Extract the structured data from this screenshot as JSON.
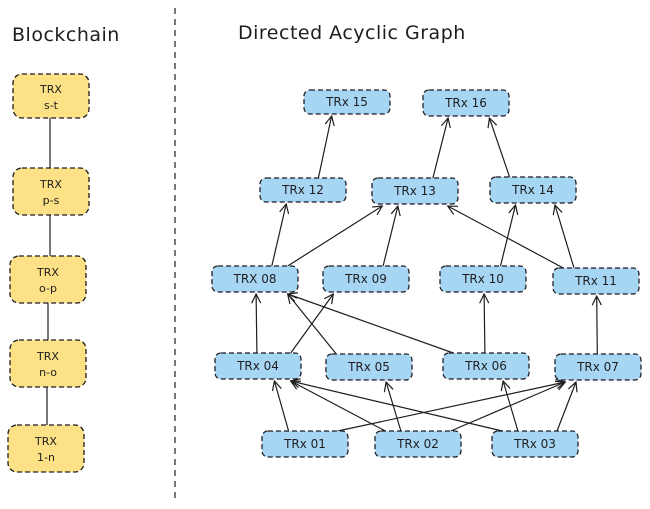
{
  "titles": {
    "blockchain": "Blockchain",
    "dag": "Directed Acyclic Graph"
  },
  "colors": {
    "chain_fill": "#fce187",
    "dag_fill": "#a7d6f5",
    "stroke": "#1e1e1e"
  },
  "blockchain": [
    {
      "line1": "TRX",
      "line2": "s-t"
    },
    {
      "line1": "TRX",
      "line2": "p-s"
    },
    {
      "line1": "TRX",
      "line2": "o-p"
    },
    {
      "line1": "TRX",
      "line2": "n-o"
    },
    {
      "line1": "TRX",
      "line2": "1-n"
    }
  ],
  "dag": {
    "nodes": {
      "n15": "TRx 15",
      "n16": "TRx 16",
      "n12": "TRx 12",
      "n13": "TRx 13",
      "n14": "TRx 14",
      "n08": "TRX 08",
      "n09": "TRx 09",
      "n10": "TRx 10",
      "n11": "TRx 11",
      "n04": "TRx 04",
      "n05": "TRx 05",
      "n06": "TRx 06",
      "n07": "TRx 07",
      "n01": "TRx 01",
      "n02": "TRx 02",
      "n03": "TRx 03"
    },
    "edges": [
      [
        "n01",
        "n04"
      ],
      [
        "n01",
        "n07"
      ],
      [
        "n02",
        "n04"
      ],
      [
        "n02",
        "n05"
      ],
      [
        "n02",
        "n07"
      ],
      [
        "n03",
        "n04"
      ],
      [
        "n03",
        "n06"
      ],
      [
        "n03",
        "n07"
      ],
      [
        "n04",
        "n08"
      ],
      [
        "n04",
        "n09"
      ],
      [
        "n05",
        "n08"
      ],
      [
        "n06",
        "n08"
      ],
      [
        "n06",
        "n10"
      ],
      [
        "n07",
        "n11"
      ],
      [
        "n08",
        "n12"
      ],
      [
        "n08",
        "n13"
      ],
      [
        "n09",
        "n13"
      ],
      [
        "n10",
        "n14"
      ],
      [
        "n11",
        "n13"
      ],
      [
        "n11",
        "n14"
      ],
      [
        "n12",
        "n15"
      ],
      [
        "n13",
        "n16"
      ],
      [
        "n14",
        "n16"
      ]
    ]
  }
}
